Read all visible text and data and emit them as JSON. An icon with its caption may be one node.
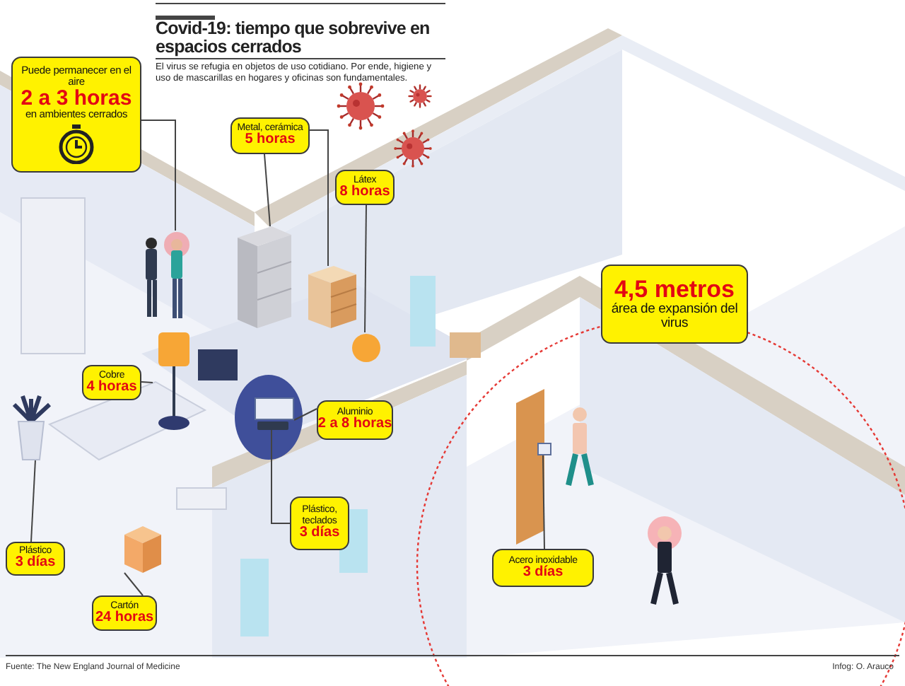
{
  "diagram": {
    "title": "Covid-19: tiempo que sobrevive en espacios cerrados",
    "nodes": [
      {
        "text": [
          "Puede permanecer en el aire",
          "2 a 3 horas",
          "en ambientes cerrados"
        ]
      },
      {
        "text": [
          "Metal, cerámica",
          "5 horas"
        ]
      },
      {
        "text": [
          "Látex",
          "8 horas"
        ]
      },
      {
        "text": [
          "Cobre",
          "4 horas"
        ]
      },
      {
        "text": [
          "Aluminio",
          "2 a 8 horas"
        ]
      },
      {
        "text": [
          "Plástico, teclados",
          "3 días"
        ]
      },
      {
        "text": [
          "Plástico",
          "3 días"
        ]
      },
      {
        "text": [
          "Cartón",
          "24 horas"
        ]
      },
      {
        "text": [
          "Acero inoxidable",
          "3 días"
        ]
      },
      {
        "text": [
          "4,5 metros",
          "área de expansión del virus"
        ]
      },
      {
        "text": [],
        "shape": "picture"
      },
      {
        "text": [],
        "shape": "picture"
      },
      {
        "text": [],
        "shape": "picture"
      },
      {
        "text": [],
        "shape": "circle"
      },
      {
        "text": [],
        "shape": "picture"
      },
      {
        "text": [],
        "shape": "box"
      },
      {
        "text": [],
        "shape": "bar"
      },
      {
        "text": [],
        "shape": "picture"
      },
      {
        "text": [],
        "shape": "picture"
      },
      {
        "text": [],
        "shape": "box"
      }
    ],
    "edges": [
      {
        "from": 0,
        "to": 10,
        "arrow": "none"
      },
      {
        "from": 1,
        "to": 11,
        "arrow": "none"
      },
      {
        "from": 1,
        "to": 12,
        "arrow": "none"
      },
      {
        "from": 2,
        "to": 13,
        "arrow": "none"
      },
      {
        "from": 3,
        "to": 14,
        "arrow": "none"
      },
      {
        "from": 4,
        "to": 15,
        "arrow": "none"
      },
      {
        "from": 5,
        "to": 16,
        "arrow": "none"
      },
      {
        "from": 6,
        "to": 17,
        "arrow": "none"
      },
      {
        "from": 7,
        "to": 18,
        "arrow": "none"
      },
      {
        "from": 8,
        "to": 19,
        "arrow": "none"
      }
    ],
    "labels": [
      "El virus se refugia en objetos de uso cotidiano. Por ende, higiene y uso de mascarillas en hogares y oficinas son fundamentales.",
      "Fuente: The New England Journal of Medicine",
      "Infog: O. Arauco"
    ]
  }
}
